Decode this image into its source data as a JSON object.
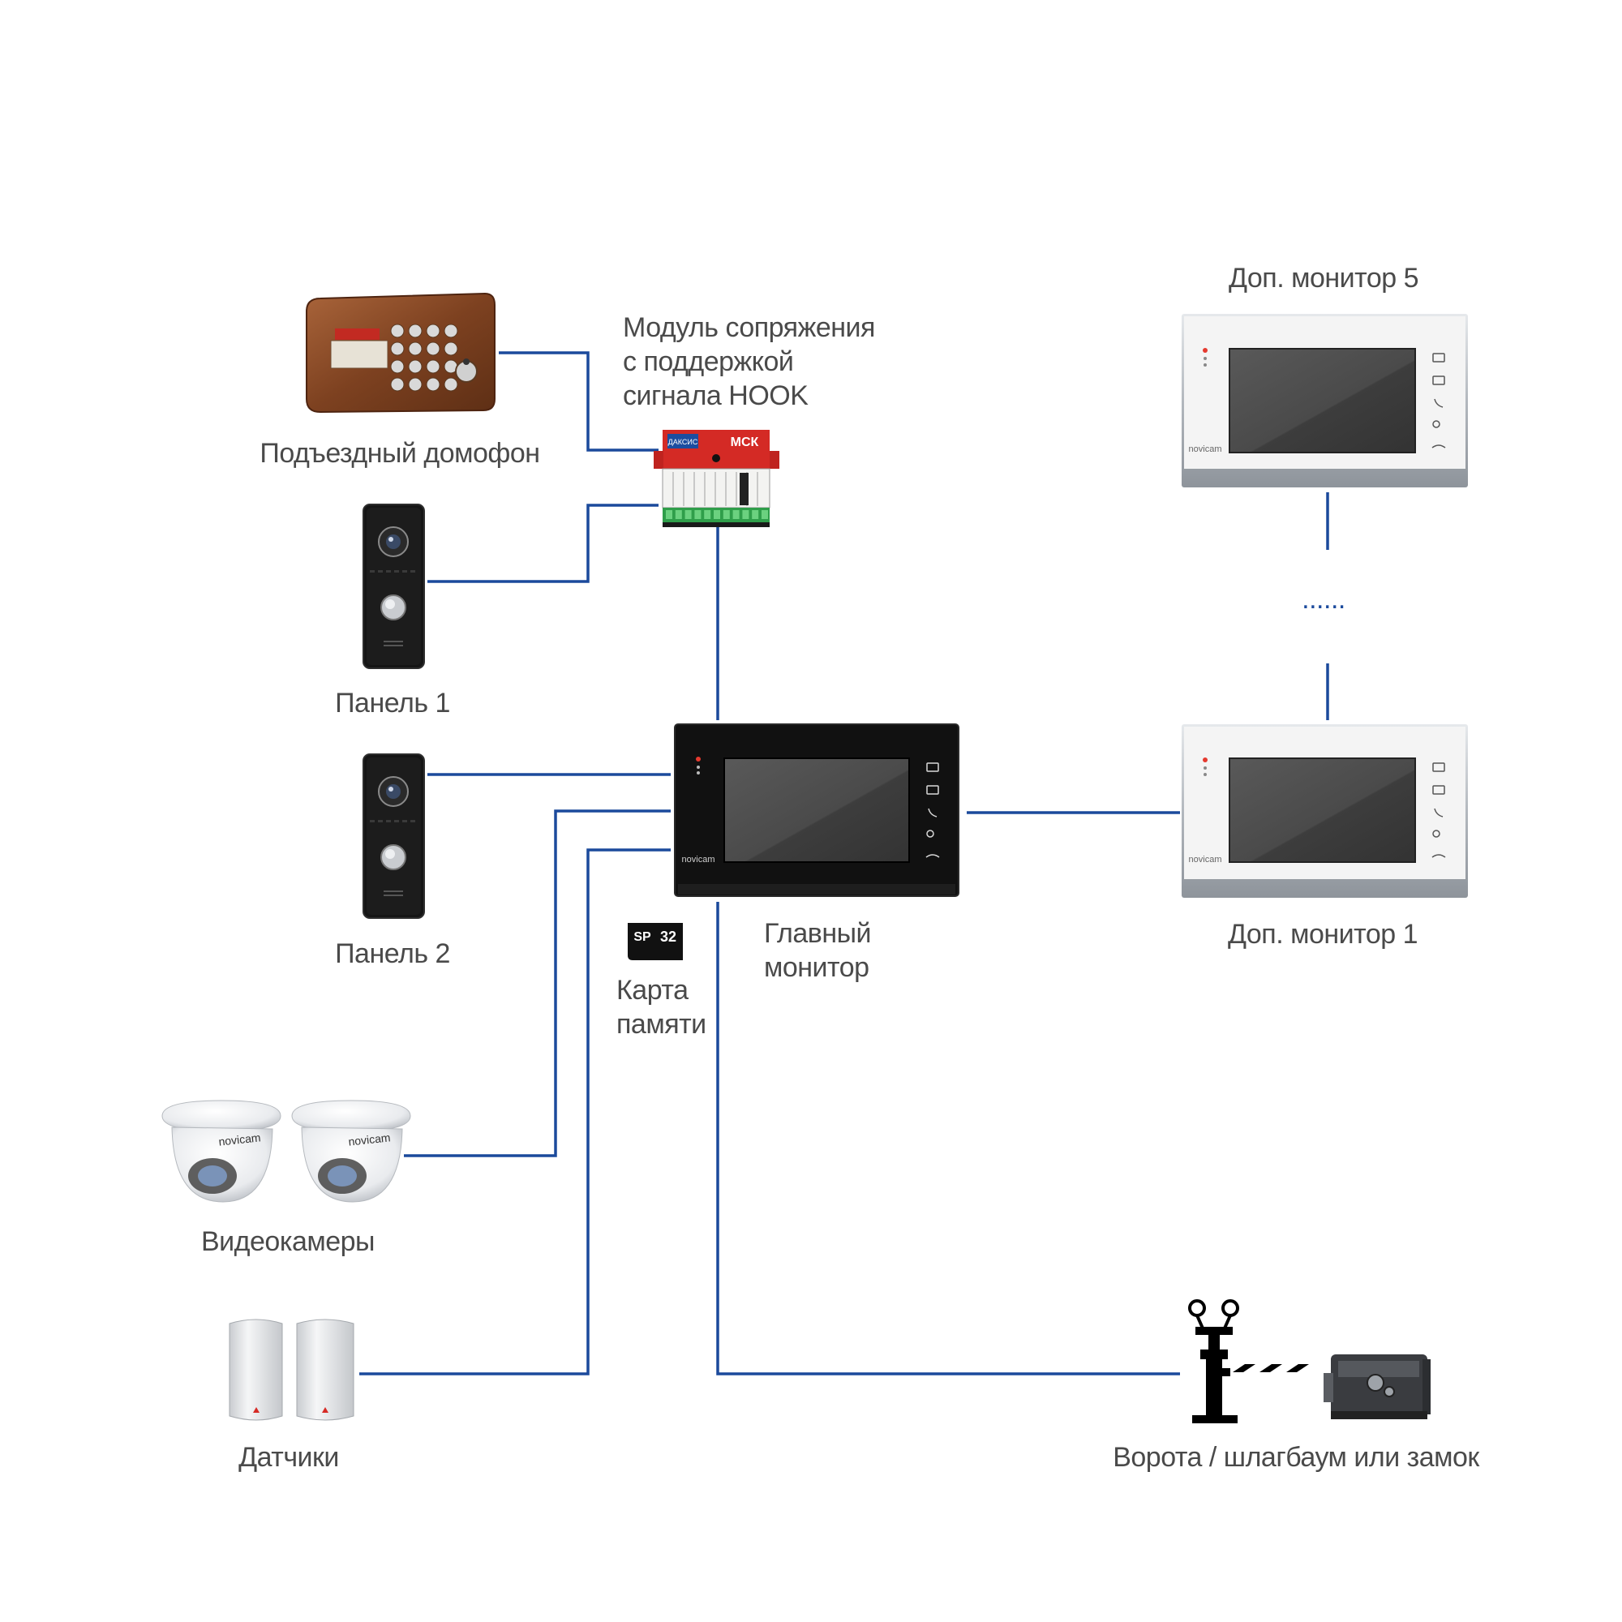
{
  "labels": {
    "intercom": "Подъездный домофон",
    "module_line1": "Модуль сопряжения",
    "module_line2": "с поддержкой",
    "module_line3": "сигнала HOOK",
    "panel1": "Панель 1",
    "panel2": "Панель 2",
    "main_monitor_line1": "Главный",
    "main_monitor_line2": "монитор",
    "memory_card_line1": "Карта",
    "memory_card_line2": "памяти",
    "extra_monitor5": "Доп. монитор 5",
    "extra_monitor1": "Доп. монитор 1",
    "ellipsis": "......",
    "cameras": "Видеокамеры",
    "sensors": "Датчики",
    "gate_lock": "Ворота / шлагбаум или замок"
  },
  "device_text": {
    "monitor_brand": "novicam",
    "camera_brand": "novicam",
    "module_model": "МСК",
    "module_brand": "ДАКСИС",
    "sd_brand": "SP",
    "sd_capacity": "32"
  },
  "colors": {
    "wire": "#1b4a9c",
    "label_text": "#4a4a4a",
    "main_monitor_body": "#111111",
    "screen": "#4d4d4d",
    "extra_monitor_body": "#f4f4f4",
    "silver_trim": "#b9bec4",
    "intercom_body": "#8a4a24",
    "module_body": "#d42a25",
    "panel_body": "#151515"
  }
}
